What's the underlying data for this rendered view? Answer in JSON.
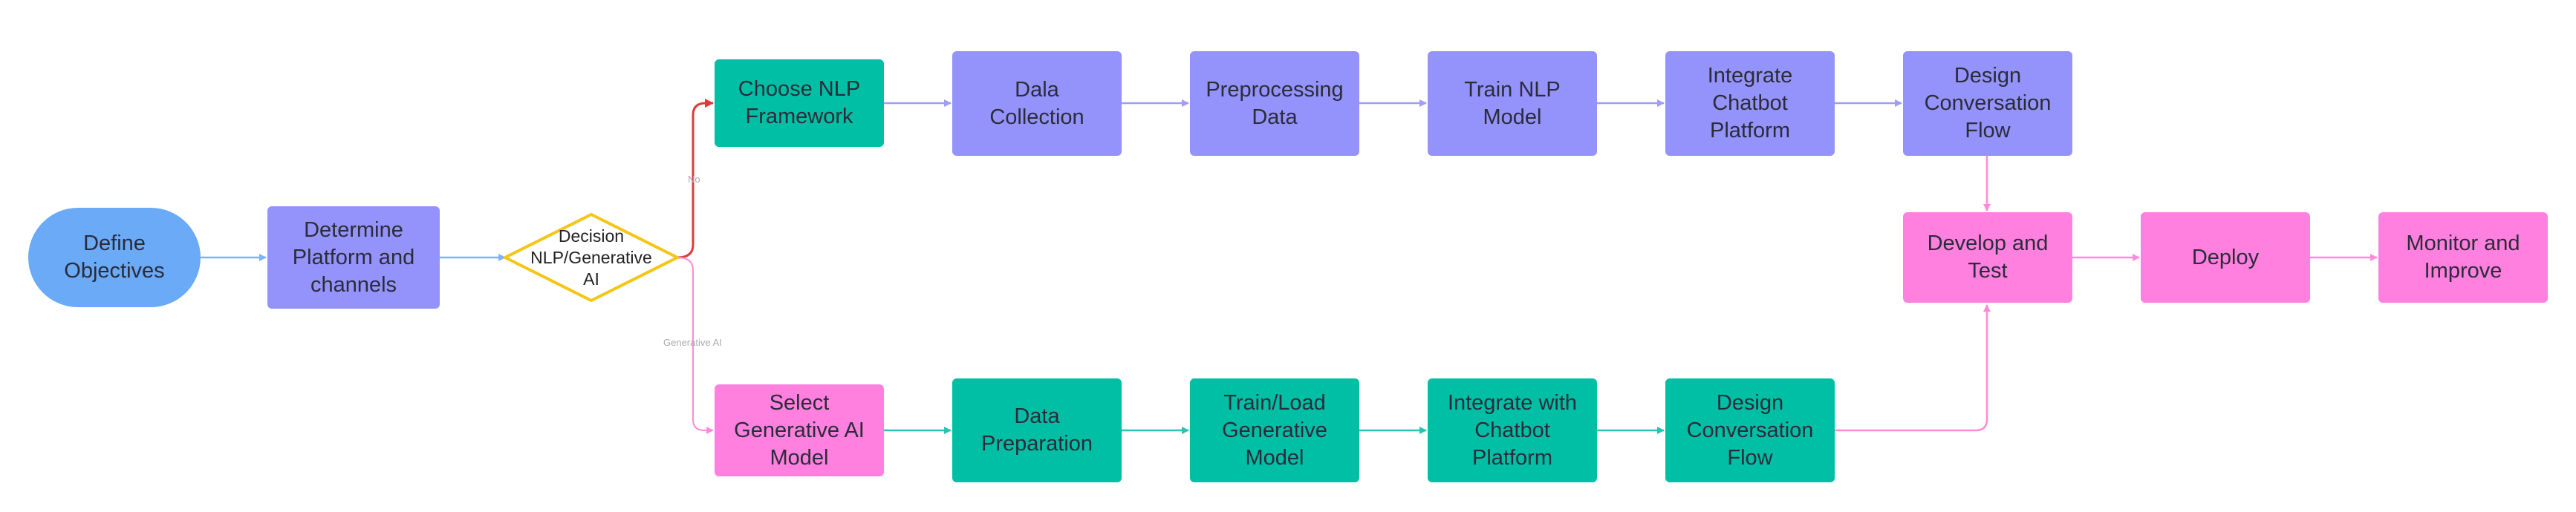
{
  "colors": {
    "blue": "#6aaaf7",
    "purple": "#9493fb",
    "teal": "#00bfa5",
    "pink": "#ff80df",
    "decision_border": "#f5c518",
    "edge_blue": "#7fb2f7",
    "edge_purple": "#9f9df7",
    "edge_teal": "#27c3b3",
    "edge_pink": "#ff8ad8",
    "edge_red": "#e03a3a"
  },
  "nodes": {
    "define_objectives": "Define\nObjectives",
    "determine_platform": "Determine\nPlatform and\nchannels",
    "decision": "Decision\nNLP/Generative\nAI",
    "choose_nlp_framework": "Choose NLP\nFramework",
    "data_collection": "Dala\nCollection",
    "preprocessing_data": "Preprocessing\nData",
    "train_nlp_model": "Train NLP\nModel",
    "integrate_chatbot_platform": "Integrate\nChatbot\nPlatform",
    "design_conversation_flow_top": "Design\nConversation\nFlow",
    "select_generative_model": "Select\nGenerative AI\nModel",
    "data_preparation": "Data\nPreparation",
    "train_load_generative": "Train/Load\nGenerative\nModel",
    "integrate_with_chatbot": "Integrate with\nChatbot\nPlatform",
    "design_conversation_flow_bottom": "Design\nConversation\nFlow",
    "develop_and_test": "Develop and\nTest",
    "deploy": "Deploy",
    "monitor_and_improve": "Monitor and\nImprove"
  },
  "edge_labels": {
    "no": "No",
    "generative_ai": "Generative AI"
  }
}
